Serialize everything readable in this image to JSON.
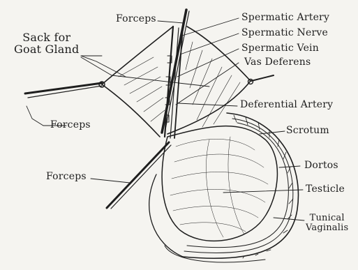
{
  "diagram": {
    "ink_color": "#1e1e1e",
    "paper_color": "#f5f4f0",
    "labels": {
      "forceps_top": "Forceps",
      "spermatic_artery": "Spermatic Artery",
      "spermatic_nerve": "Spermatic Nerve",
      "spermatic_vein": "Spermatic Vein",
      "vas_deferens": "Vas Deferens",
      "sack_for_goat_gland": "Sack for\nGoat Gland",
      "forceps_left": "Forceps",
      "deferential_artery": "Deferential Artery",
      "scrotum": "Scrotum",
      "forceps_bottom": "Forceps",
      "dortos": "Dortos",
      "testicle": "Testicle",
      "tunical_vaginalis": "Tunical\nVaginalis"
    }
  }
}
